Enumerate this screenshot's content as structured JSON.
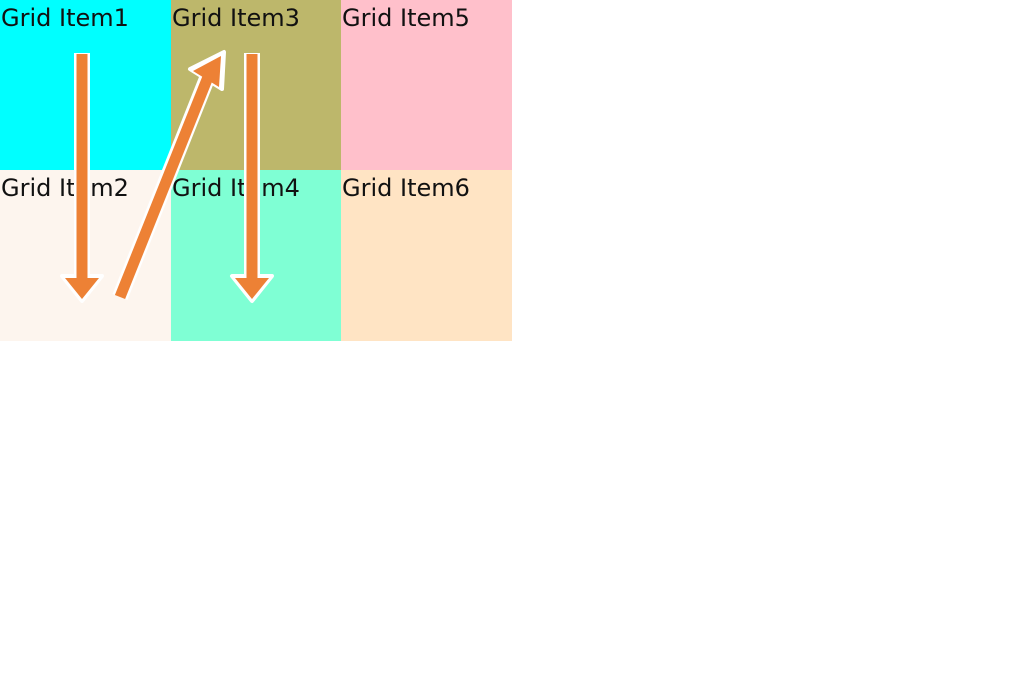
{
  "grid": {
    "items": [
      {
        "label": "Grid Item1",
        "color": "#00FFFF"
      },
      {
        "label": "Grid Item2",
        "color": "#FDF5EE"
      },
      {
        "label": "Grid Item3",
        "color": "#BDB76B"
      },
      {
        "label": "Grid Item4",
        "color": "#7FFFD4"
      },
      {
        "label": "Grid Item5",
        "color": "#FFC0CB"
      },
      {
        "label": "Grid Item6",
        "color": "#FFE4C4"
      }
    ]
  },
  "arrows": {
    "color": "#ED8135",
    "outline_color": "#FFFFFF",
    "flow": [
      "Grid Item1",
      "Grid Item2",
      "Grid Item3",
      "Grid Item4"
    ]
  }
}
